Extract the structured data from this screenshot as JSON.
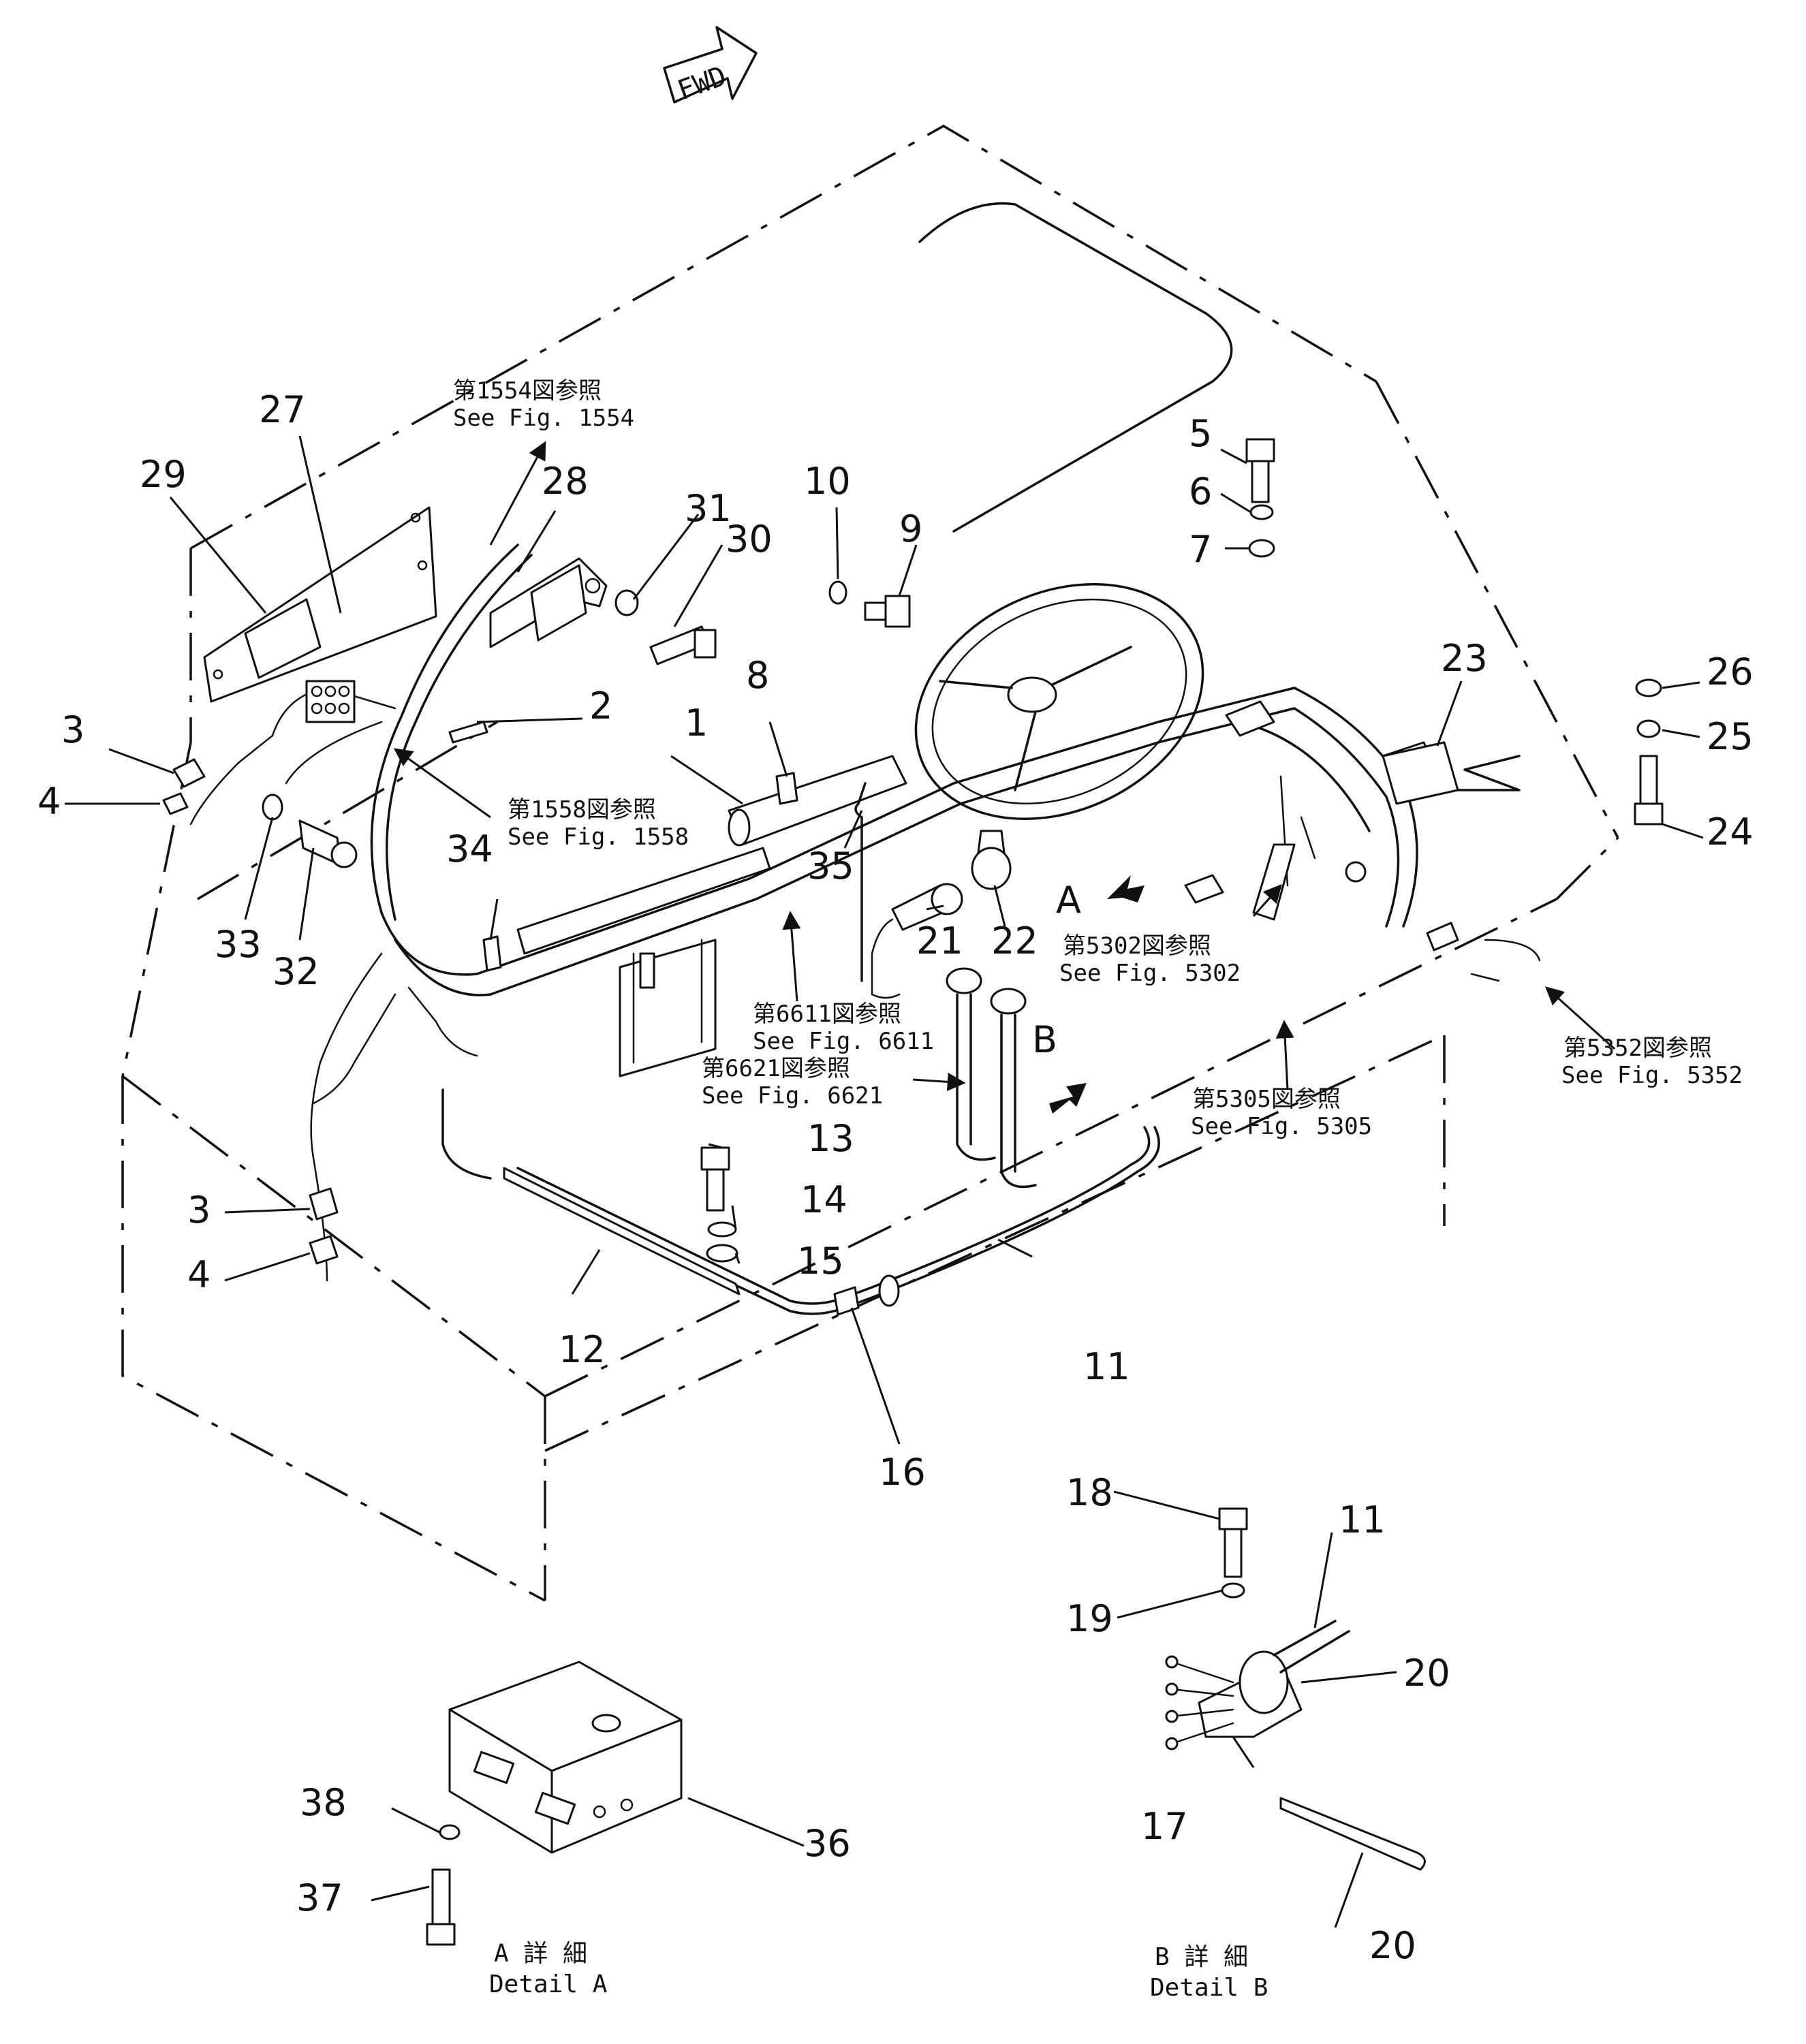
{
  "fwd_label": "FWD",
  "callouts": [
    "1",
    "2",
    "3",
    "4",
    "5",
    "6",
    "7",
    "8",
    "9",
    "10",
    "11",
    "12",
    "13",
    "14",
    "15",
    "16",
    "17",
    "18",
    "19",
    "20",
    "21",
    "22",
    "23",
    "24",
    "25",
    "26",
    "27",
    "28",
    "29",
    "30",
    "31",
    "32",
    "33",
    "34",
    "35",
    "36",
    "37",
    "38"
  ],
  "views": {
    "a": "A",
    "b": "B"
  },
  "references": {
    "fig1554": {
      "jp": "第1554図参照",
      "en": "See  Fig. 1554"
    },
    "fig1558": {
      "jp": "第1558図参照",
      "en": "See  Fig. 1558"
    },
    "fig6611": {
      "jp": "第6611図参照",
      "en": "See  Fig. 6611"
    },
    "fig6621": {
      "jp": "第6621図参照",
      "en": "See  Fig. 6621"
    },
    "fig5302": {
      "jp": "第5302図参照",
      "en": "See  Fig. 5302"
    },
    "fig5305": {
      "jp": "第5305図参照",
      "en": "See  Fig. 5305"
    },
    "fig5352": {
      "jp": "第5352図参照",
      "en": "See  Fig. 5352"
    }
  },
  "details": {
    "a": {
      "jp": "A 詳 細",
      "en": "Detail  A"
    },
    "b": {
      "jp": "B 詳 細",
      "en": "Detail  B"
    }
  }
}
